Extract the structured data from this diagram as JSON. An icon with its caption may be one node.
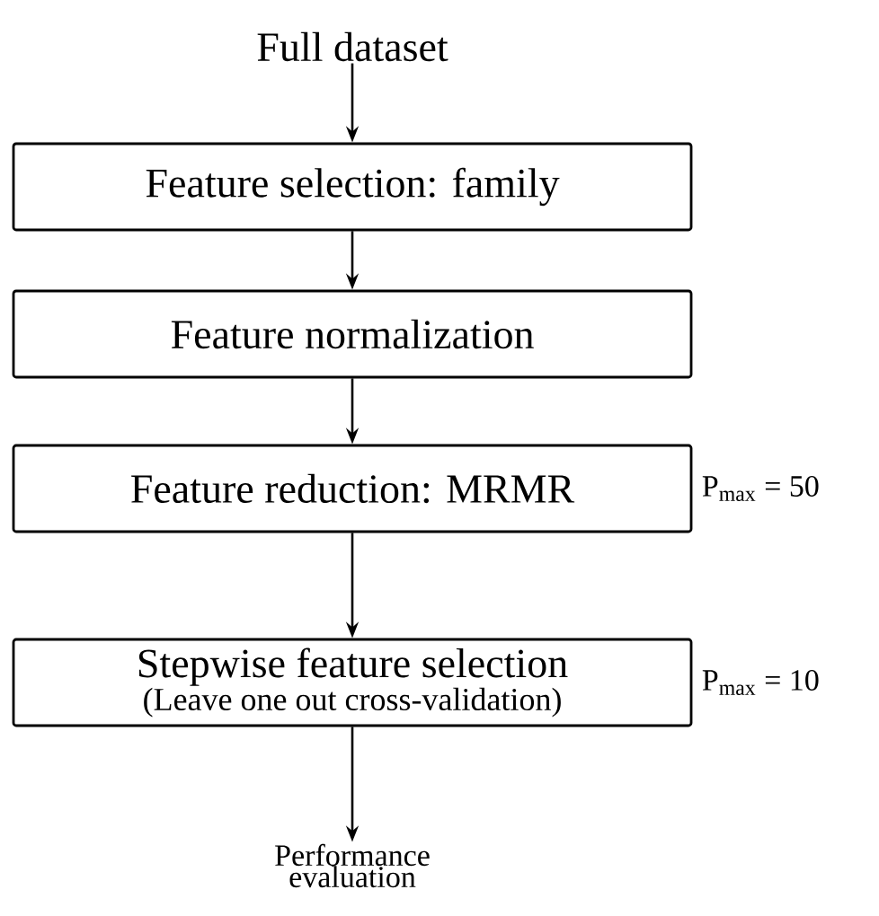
{
  "diagram": {
    "nodes": [
      {
        "text": [
          "Full dataset"
        ]
      },
      {
        "text": [
          "Feature selection: family"
        ]
      },
      {
        "text": [
          "Feature normalization"
        ]
      },
      {
        "text": [
          "Feature reduction: MRMR"
        ],
        "beside": [
          "P$_{max}$ = 50"
        ]
      },
      {
        "text": [
          "Stepwise feature selection",
          "(Leave one out cross-validation)"
        ],
        "beside": [
          "P$_{max}$ = 10"
        ]
      },
      {
        "text": [
          "Performance evaluation"
        ]
      }
    ],
    "edges": [
      {
        "from": 0,
        "to": 1,
        "arrow": "to"
      },
      {
        "from": 1,
        "to": 2,
        "arrow": "to"
      },
      {
        "from": 2,
        "to": 3,
        "arrow": "to"
      },
      {
        "from": 3,
        "to": 4,
        "arrow": "to"
      },
      {
        "from": 4,
        "to": 5,
        "arrow": "to"
      }
    ]
  }
}
